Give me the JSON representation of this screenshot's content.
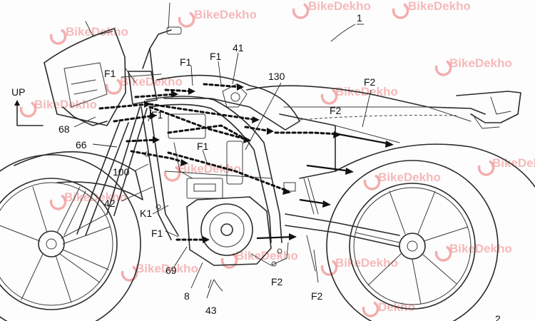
{
  "watermark": {
    "brand": "BikeDekho",
    "partial": "Dekho"
  },
  "labels": {
    "assembly": "1",
    "frame_top": "41",
    "part_130": "130",
    "part_68": "68",
    "part_66": "66",
    "part_100": "100",
    "part_42": "42",
    "part_k1": "K1",
    "part_69": "69",
    "part_8": "8",
    "part_43": "43",
    "part_2": "2",
    "flow_f1": "F1",
    "flow_f2": "F2",
    "up": "UP"
  }
}
